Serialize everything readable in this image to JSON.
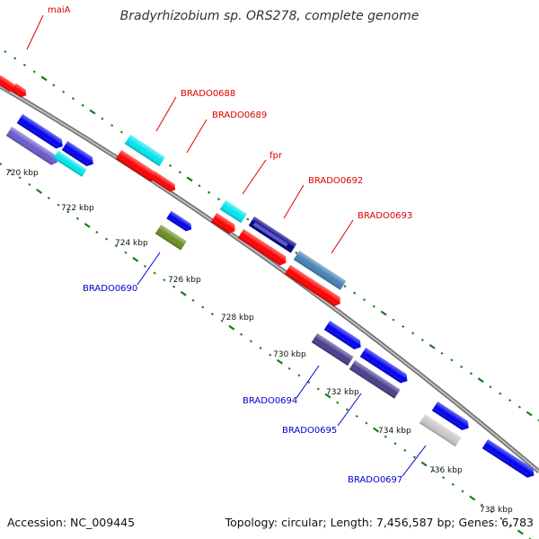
{
  "title": "Bradyrhizobium sp. ORS278, complete genome",
  "footer": {
    "accession": "Accession: NC_009445",
    "summary": "Topology: circular; Length: 7,456,587 bp; Genes: 6,783"
  },
  "colors": {
    "backbone": "#8c8c8c",
    "tick": "#1a7a1a",
    "forward_label": "#dd0000",
    "reverse_label": "#0000cc"
  },
  "axis_ticks": [
    "720 kbp",
    "722 kbp",
    "724 kbp",
    "726 kbp",
    "728 kbp",
    "730 kbp",
    "732 kbp",
    "734 kbp",
    "736 kbp",
    "738 kbp"
  ],
  "forward_labels": [
    "maiA",
    "BRADO0688",
    "BRADO0689",
    "fpr",
    "BRADO0692",
    "BRADO0693"
  ],
  "reverse_labels": [
    "BRADO0690",
    "BRADO0694",
    "BRADO0695",
    "BRADO0697"
  ],
  "features": [
    {
      "name": "feature-red-1",
      "color": "#ff0000"
    },
    {
      "name": "feature-red-2",
      "color": "#ff0000"
    },
    {
      "name": "feature-blue-1",
      "color": "#0000ee"
    },
    {
      "name": "feature-purple-1",
      "color": "#6a5acd"
    },
    {
      "name": "feature-cyan-1",
      "color": "#00e5ee"
    },
    {
      "name": "feature-blue-2",
      "color": "#0000ee"
    },
    {
      "name": "feature-cyan-2",
      "color": "#00e5ee"
    },
    {
      "name": "feature-red-3",
      "color": "#ff0000"
    },
    {
      "name": "feature-red-4",
      "color": "#ff0000"
    },
    {
      "name": "feature-blue-3",
      "color": "#0000ee"
    },
    {
      "name": "feature-olive-1",
      "color": "#6b8e23"
    },
    {
      "name": "feature-cyan-3",
      "color": "#00e5ee"
    },
    {
      "name": "feature-red-5",
      "color": "#ff0000"
    },
    {
      "name": "feature-navy-1",
      "color": "#000080"
    },
    {
      "name": "feature-red-6",
      "color": "#ff0000"
    },
    {
      "name": "feature-steelblue-1",
      "color": "#4682b4"
    },
    {
      "name": "feature-red-7",
      "color": "#ff0000"
    },
    {
      "name": "feature-blue-4",
      "color": "#0000ee"
    },
    {
      "name": "feature-darkslate-1",
      "color": "#483d8b"
    },
    {
      "name": "feature-blue-5",
      "color": "#0000ee"
    },
    {
      "name": "feature-darkslate-2",
      "color": "#483d8b"
    },
    {
      "name": "feature-blue-6",
      "color": "#0000ee"
    },
    {
      "name": "feature-grey-1",
      "color": "#c8c8c8"
    },
    {
      "name": "feature-blue-7",
      "color": "#0000ee"
    }
  ]
}
